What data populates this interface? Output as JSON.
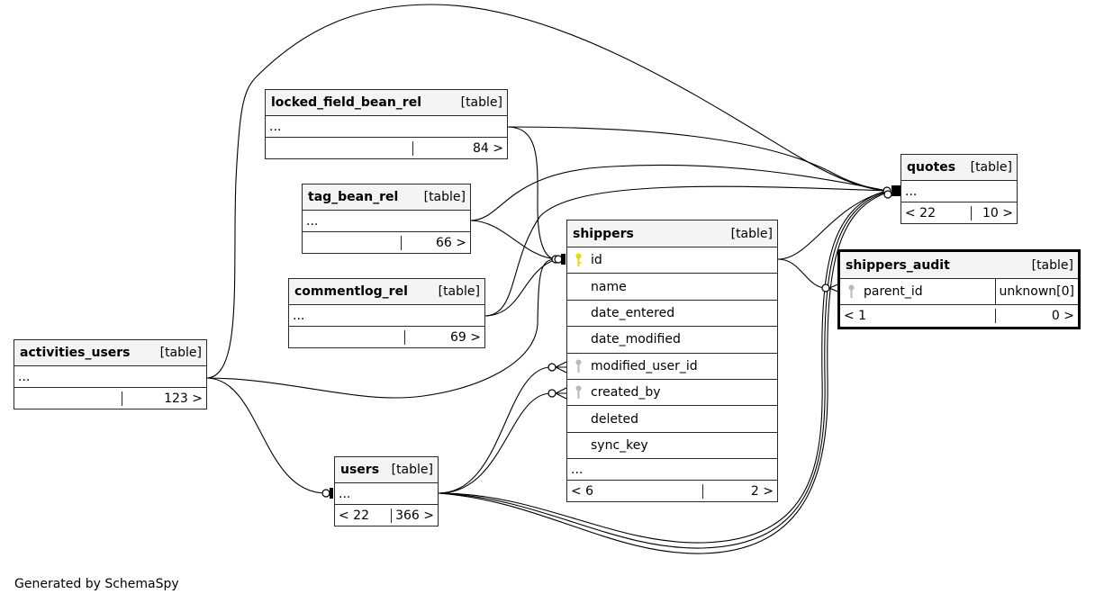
{
  "diagram": {
    "footer": "Generated by SchemaSpy",
    "tables": {
      "locked_field_bean_rel": {
        "name": "locked_field_bean_rel",
        "kind": "[table]",
        "rows": [
          "..."
        ],
        "foot": [
          "",
          "",
          "84 >"
        ]
      },
      "tag_bean_rel": {
        "name": "tag_bean_rel",
        "kind": "[table]",
        "rows": [
          "..."
        ],
        "foot": [
          "",
          "",
          "66 >"
        ]
      },
      "commentlog_rel": {
        "name": "commentlog_rel",
        "kind": "[table]",
        "rows": [
          "..."
        ],
        "foot": [
          "",
          "",
          "69 >"
        ]
      },
      "activities_users": {
        "name": "activities_users",
        "kind": "[table]",
        "rows": [
          "..."
        ],
        "foot": [
          "",
          "",
          "123 >"
        ]
      },
      "users": {
        "name": "users",
        "kind": "[table]",
        "rows": [
          "..."
        ],
        "foot": [
          "< 22",
          "",
          "366 >"
        ]
      },
      "shippers": {
        "name": "shippers",
        "kind": "[table]",
        "columns": [
          {
            "name": "id",
            "key": "primary"
          },
          {
            "name": "name",
            "key": "none"
          },
          {
            "name": "date_entered",
            "key": "none"
          },
          {
            "name": "date_modified",
            "key": "none"
          },
          {
            "name": "modified_user_id",
            "key": "foreign"
          },
          {
            "name": "created_by",
            "key": "foreign"
          },
          {
            "name": "deleted",
            "key": "none"
          },
          {
            "name": "sync_key",
            "key": "none"
          }
        ],
        "more": "...",
        "foot": [
          "< 6",
          "",
          "2 >"
        ]
      },
      "quotes": {
        "name": "quotes",
        "kind": "[table]",
        "rows": [
          "..."
        ],
        "foot": [
          "< 22",
          "",
          "10 >"
        ]
      },
      "shippers_audit": {
        "name": "shippers_audit",
        "kind": "[table]",
        "columns": [
          {
            "name": "parent_id",
            "key": "foreign",
            "type": "unknown[0]"
          }
        ],
        "foot": [
          "< 1",
          "",
          "0 >"
        ]
      }
    },
    "relationships": [
      {
        "from": "locked_field_bean_rel",
        "to": "shippers.id"
      },
      {
        "from": "tag_bean_rel",
        "to": "shippers.id"
      },
      {
        "from": "commentlog_rel",
        "to": "shippers.id"
      },
      {
        "from": "activities_users",
        "to": "shippers.id"
      },
      {
        "from": "activities_users",
        "to": "quotes"
      },
      {
        "from": "activities_users",
        "to": "users"
      },
      {
        "from": "locked_field_bean_rel",
        "to": "quotes"
      },
      {
        "from": "tag_bean_rel",
        "to": "quotes"
      },
      {
        "from": "commentlog_rel",
        "to": "quotes"
      },
      {
        "from": "shippers.id",
        "to": "quotes"
      },
      {
        "from": "shippers.id",
        "to": "shippers_audit.parent_id"
      },
      {
        "from": "users",
        "to": "shippers.modified_user_id"
      },
      {
        "from": "users",
        "to": "shippers.created_by"
      },
      {
        "from": "users",
        "to": "quotes"
      }
    ],
    "colors": {
      "primary_key": "#e8d800",
      "foreign_key": "#b8b8b8",
      "header_bg": "#f4f4f4"
    }
  }
}
